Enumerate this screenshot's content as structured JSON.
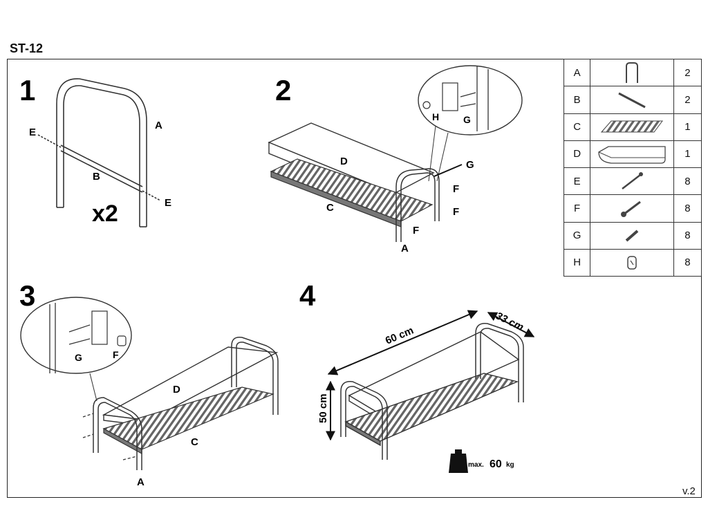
{
  "document": {
    "title": "ST-12",
    "version": "v.2"
  },
  "steps": [
    {
      "number": "1",
      "labels": [
        "A",
        "B",
        "E",
        "E"
      ],
      "multiplier": "x2"
    },
    {
      "number": "2",
      "labels": [
        "D",
        "C",
        "A",
        "G",
        "F",
        "F",
        "F",
        "H",
        "G"
      ]
    },
    {
      "number": "3",
      "labels": [
        "D",
        "C",
        "A",
        "G",
        "F"
      ]
    },
    {
      "number": "4",
      "dimensions": {
        "length": "60 cm",
        "depth": "33 cm",
        "height": "50 cm"
      },
      "max_load": {
        "label": "max.",
        "value": "60",
        "unit": "kg"
      }
    }
  ],
  "parts": [
    {
      "letter": "A",
      "qty": "2",
      "icon": "frame-icon"
    },
    {
      "letter": "B",
      "qty": "2",
      "icon": "bar-icon"
    },
    {
      "letter": "C",
      "qty": "1",
      "icon": "slatted-shelf-icon"
    },
    {
      "letter": "D",
      "qty": "1",
      "icon": "seat-board-icon"
    },
    {
      "letter": "E",
      "qty": "8",
      "icon": "screw-icon"
    },
    {
      "letter": "F",
      "qty": "8",
      "icon": "bolt-icon"
    },
    {
      "letter": "G",
      "qty": "8",
      "icon": "dowel-icon"
    },
    {
      "letter": "H",
      "qty": "8",
      "icon": "cam-nut-icon"
    }
  ]
}
